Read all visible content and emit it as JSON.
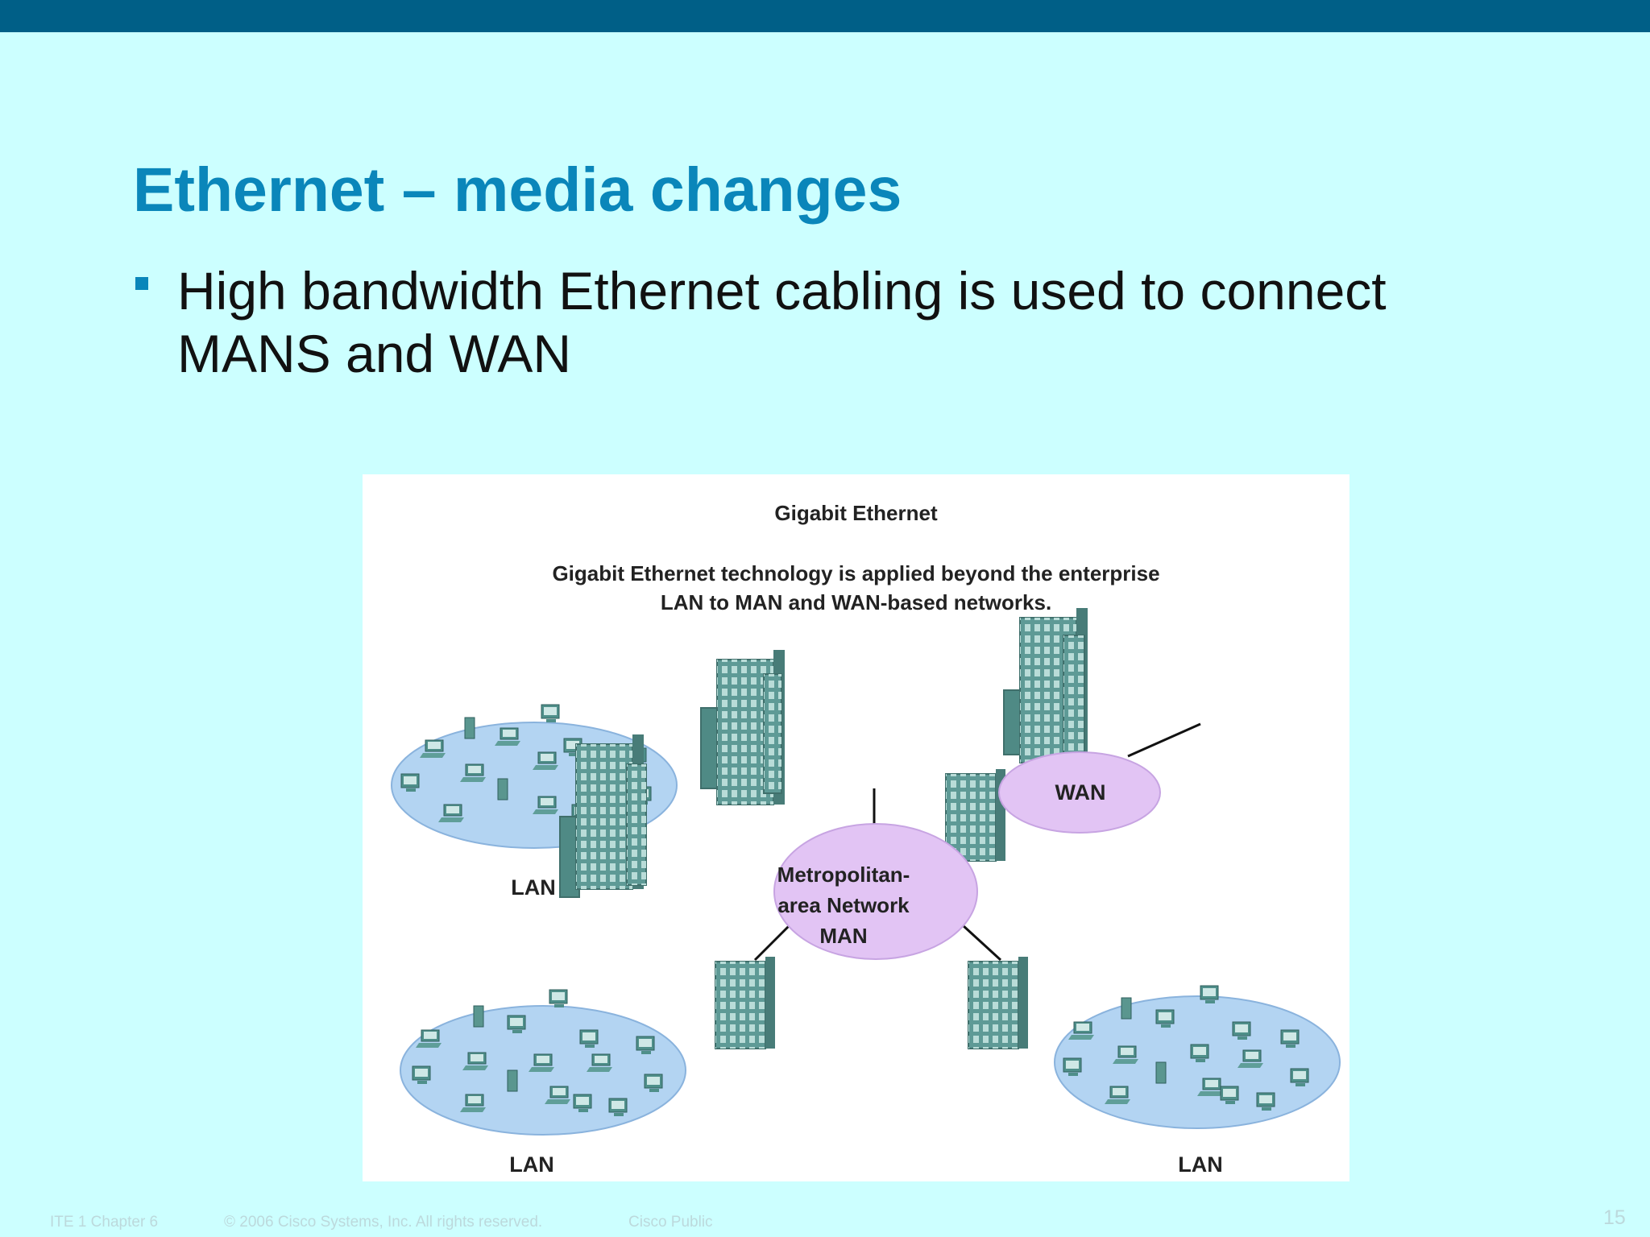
{
  "slide": {
    "title": "Ethernet – media changes",
    "bullets": [
      "High bandwidth Ethernet cabling is used to connect MANS and WAN"
    ]
  },
  "figure": {
    "title": "Gigabit Ethernet",
    "caption_line1": "Gigabit Ethernet technology is applied beyond the enterprise",
    "caption_line2": "LAN to MAN and WAN-based networks.",
    "man_label_1": "Metropolitan-",
    "man_label_2": "area Network",
    "man_label_3": "MAN",
    "wan_label": "WAN",
    "lan_labels": [
      "LAN",
      "LAN",
      "LAN"
    ]
  },
  "footer": {
    "chapter": "ITE 1 Chapter 6",
    "copyright": "© 2006 Cisco Systems, Inc. All rights reserved.",
    "classification": "Cisco Public",
    "page_number": "15"
  },
  "colors": {
    "background": "#ccffff",
    "top_bar": "#005f87",
    "title": "#0a86ba",
    "lan_fill": "#b3d4f2",
    "cloud_fill": "#e2c4f4",
    "building": "#5e9a96"
  }
}
